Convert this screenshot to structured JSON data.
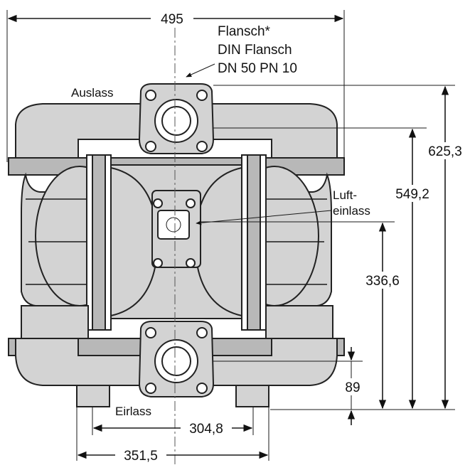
{
  "drawing": {
    "dimensions": {
      "overall_width": "495",
      "overall_height": "625,3",
      "outlet_height": "549,2",
      "air_inlet_height": "336,6",
      "inlet_height": "89",
      "foot_spacing_inner": "304,8",
      "foot_spacing_outer": "351,5"
    },
    "labels": {
      "flange_line1": "Flansch*",
      "flange_line2": "DIN Flansch",
      "flange_line3": "DN 50 PN 10",
      "outlet": "Auslass",
      "air_inlet_line1": "Luft-",
      "air_inlet_line2": "einlass",
      "inlet": "Eirlass"
    }
  }
}
